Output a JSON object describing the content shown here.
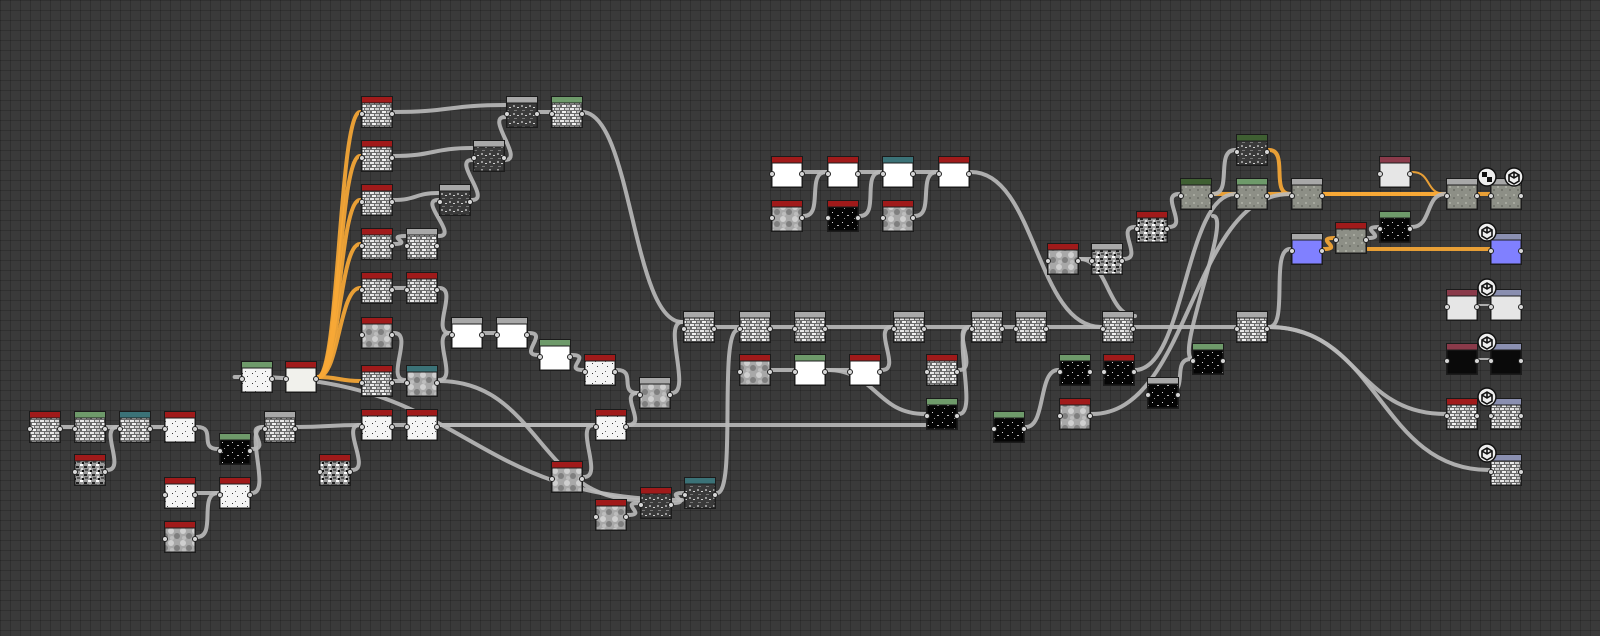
{
  "colors": {
    "canvas_background": "#3a3a3a",
    "wire_default": "#b9b9b9",
    "wire_highlight": "#f7a836",
    "header_red": "#a01a1a",
    "header_green": "#6e9a6a",
    "header_teal": "#3b7277",
    "header_gray": "#a8a8a8",
    "header_darkgreen": "#3f5f32",
    "header_maroon": "#8a3a4a",
    "header_lavender": "#8a8fb0",
    "normal_blue": "#8080ff"
  },
  "graph": {
    "name": "material-node-graph",
    "output_nodes": [
      {
        "id": "output-basecolor",
        "icon": "cube-icon"
      },
      {
        "id": "output-normal",
        "icon": "cube-icon"
      },
      {
        "id": "output-roughness",
        "icon": "cube-icon"
      },
      {
        "id": "output-metallic",
        "icon": "cube-icon"
      },
      {
        "id": "output-height",
        "icon": "cube-icon"
      },
      {
        "id": "output-ambient-occlusion",
        "icon": "cube-icon"
      }
    ],
    "preview_icons": [
      "checker-icon",
      "cube-icon"
    ]
  }
}
